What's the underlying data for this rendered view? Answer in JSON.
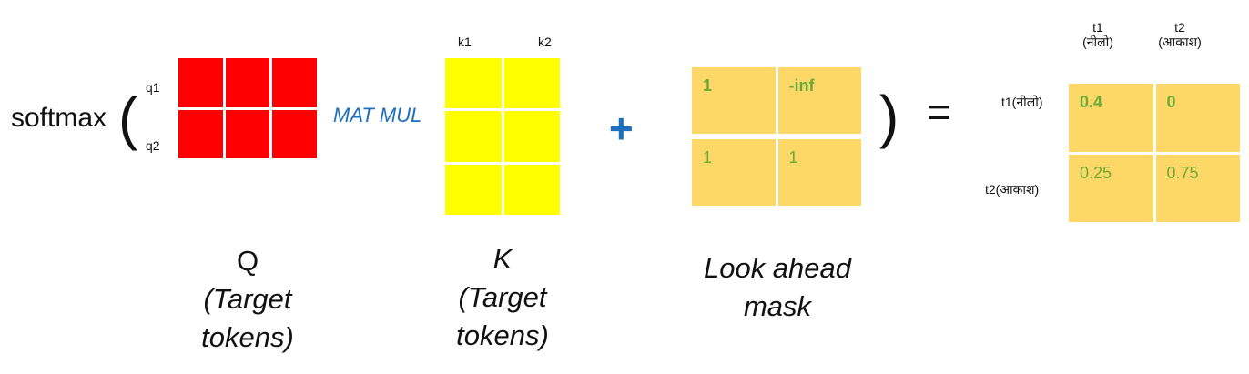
{
  "softmax_label": "softmax",
  "paren_open": "(",
  "paren_close": ")",
  "operator_matmul": "MAT MUL",
  "operator_plus": "+",
  "operator_equals": "=",
  "q_matrix": {
    "row_labels": [
      "q1",
      "q2"
    ],
    "caption_lines": [
      "Q",
      "(Target",
      "tokens)"
    ],
    "color": "#ff0000"
  },
  "k_matrix": {
    "col_labels": [
      "k1",
      "k2"
    ],
    "caption_lines": [
      "K",
      "(Target",
      "tokens)"
    ],
    "color": "#ffff00"
  },
  "mask_matrix": {
    "cells": [
      "1",
      "-inf",
      "1",
      "1"
    ],
    "caption_lines": [
      "Look ahead",
      "mask"
    ],
    "color": "#fdd866",
    "text_color": "#6aaa3a"
  },
  "result_matrix": {
    "col_headers": [
      [
        "t1",
        "(नीलो)"
      ],
      [
        "t2",
        "(आकाश)"
      ]
    ],
    "row_headers": [
      "t1(नीलो)",
      "t2(आकाश)"
    ],
    "cells": [
      "0.4",
      "0",
      "0.25",
      "0.75"
    ]
  }
}
